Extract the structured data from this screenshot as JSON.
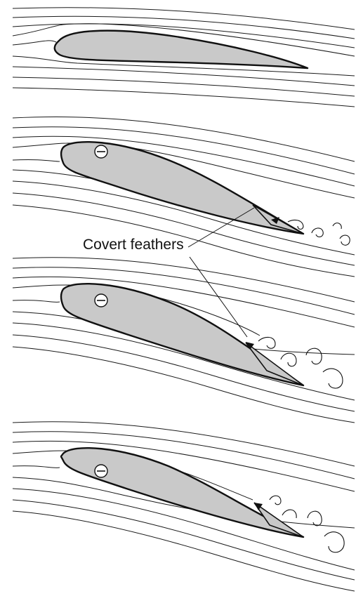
{
  "annotation": {
    "label": "Covert feathers"
  },
  "panels": [
    {
      "id": "attached-flow",
      "pressure_sign": ""
    },
    {
      "id": "covert-lift-start",
      "pressure_sign": "minus"
    },
    {
      "id": "covert-lift-mid",
      "pressure_sign": "minus"
    },
    {
      "id": "covert-lift-full",
      "pressure_sign": "minus"
    }
  ],
  "colors": {
    "wing_fill": "#c9c9c9",
    "line": "#111111",
    "background": "#ffffff"
  }
}
